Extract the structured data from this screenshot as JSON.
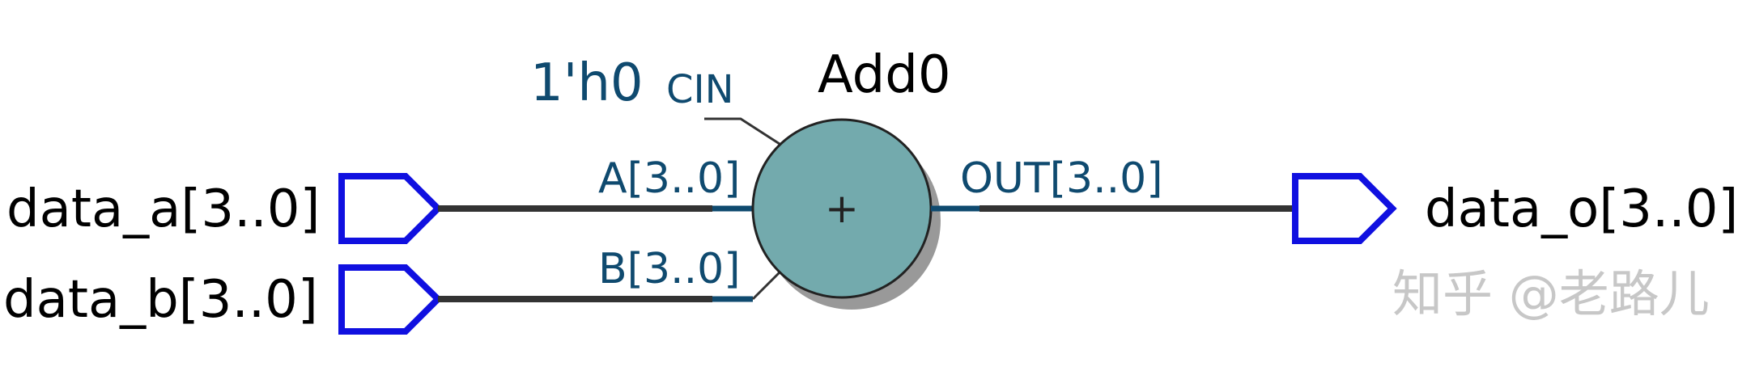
{
  "inputs": [
    {
      "name": "data_a[3..0]"
    },
    {
      "name": "data_b[3..0]"
    }
  ],
  "output": {
    "name": "data_o[3..0]"
  },
  "adder": {
    "instance": "Add0",
    "symbol": "+",
    "ports": {
      "a": "A[3..0]",
      "b": "B[3..0]",
      "cin": "CIN",
      "out": "OUT[3..0]"
    },
    "cin_constant": "1'h0"
  },
  "watermark": "知乎 @老路儿",
  "colors": {
    "pin_outline": "#1010e0",
    "wire": "#333333",
    "port_stub": "#0f4a6f",
    "port_text": "#0f4a6f",
    "adder_fill": "#73aaad",
    "shadow": "#999999"
  }
}
